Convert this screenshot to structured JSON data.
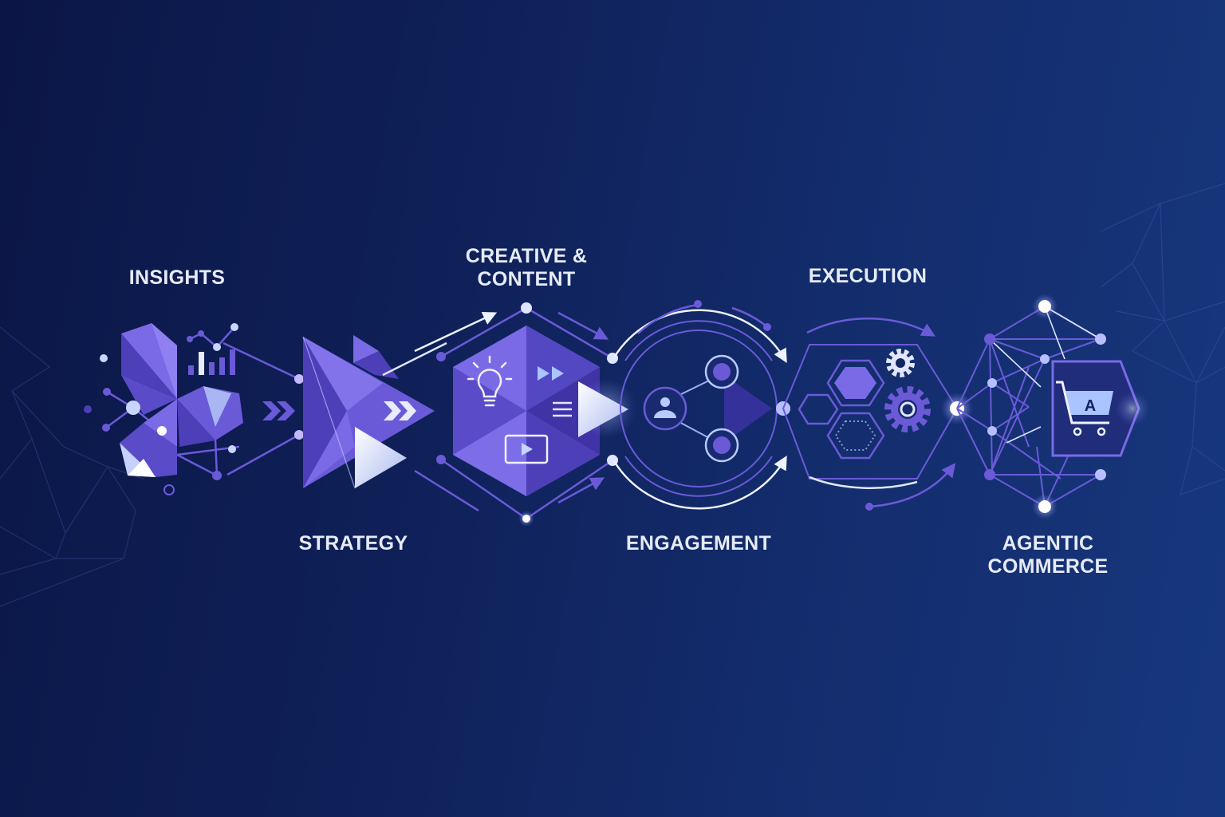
{
  "diagram": {
    "type": "process-flow",
    "direction": "left-to-right",
    "colors": {
      "background_left": "#0b1646",
      "background_right": "#17377d",
      "primary_purple": "#6a5ad8",
      "dark_purple": "#3f33a6",
      "light_node": "#c8d6ff",
      "label_text": "#e6ebf7"
    },
    "stages": [
      {
        "id": "insights",
        "label_lines": [
          "INSIGHTS"
        ],
        "label_position": "top",
        "icon": "bar-chart-icon"
      },
      {
        "id": "strategy",
        "label_lines": [
          "STRATEGY"
        ],
        "label_position": "bottom",
        "icon": "fast-forward-icon"
      },
      {
        "id": "creative",
        "label_lines": [
          "CREATIVE &",
          "CONTENT"
        ],
        "label_position": "top",
        "icons": [
          "lightbulb-icon",
          "fast-forward-icon",
          "text-lines-icon",
          "video-play-icon"
        ]
      },
      {
        "id": "engagement",
        "label_lines": [
          "ENGAGEMENT"
        ],
        "label_position": "bottom",
        "icons": [
          "user-icon",
          "share-nodes-icon"
        ]
      },
      {
        "id": "execution",
        "label_lines": [
          "EXECUTION"
        ],
        "label_position": "top",
        "icons": [
          "hexagon-icon",
          "gear-icon"
        ]
      },
      {
        "id": "agentic_commerce",
        "label_lines": [
          "AGENTIC",
          "COMMERCE"
        ],
        "label_position": "bottom",
        "icons": [
          "shopping-cart-icon",
          "network-icon"
        ],
        "cart_letter": "A"
      }
    ],
    "connectors": [
      "double-chevron-icon",
      "arrow-right-icon"
    ]
  }
}
